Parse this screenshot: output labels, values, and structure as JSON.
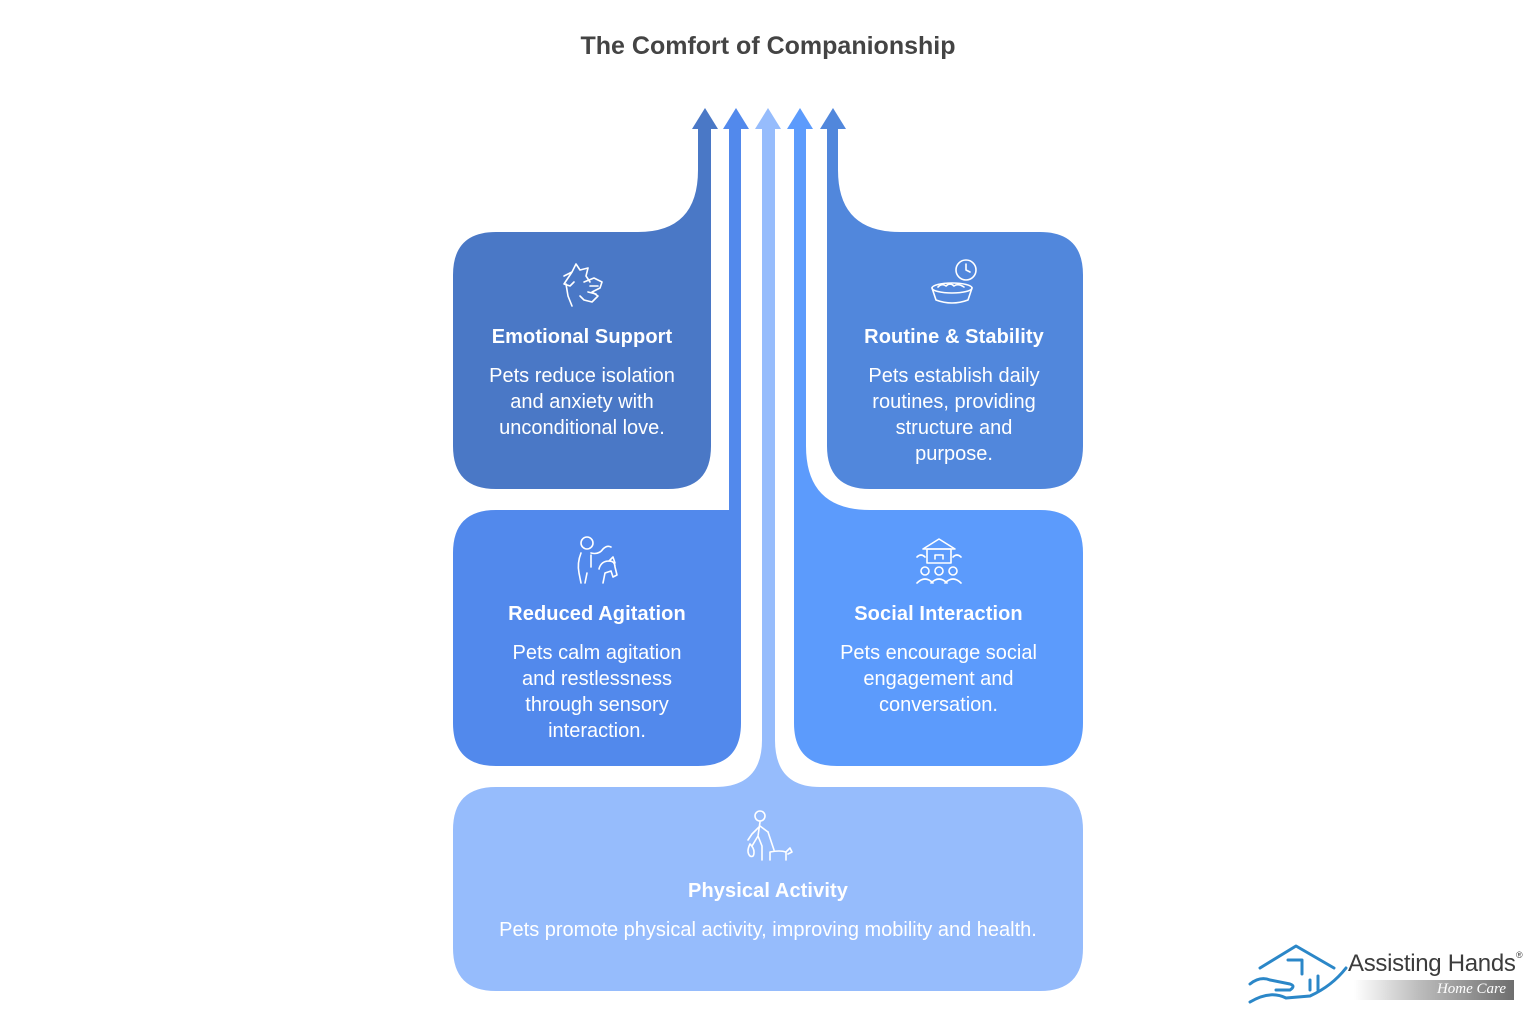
{
  "title": "The Comfort of Companionship",
  "colors": {
    "emotional": "#4a78c6",
    "routine": "#5187dc",
    "agitation": "#5289ec",
    "social": "#5c9bfc",
    "physical": "#96bcfc"
  },
  "cards": [
    {
      "id": "emotional-support",
      "icon": "pet-hand-icon",
      "heading": "Emotional Support",
      "description": "Pets reduce isolation and anxiety with unconditional love."
    },
    {
      "id": "routine-stability",
      "icon": "food-bowl-clock-icon",
      "heading": "Routine & Stability",
      "description": "Pets establish daily routines, providing structure and purpose."
    },
    {
      "id": "reduced-agitation",
      "icon": "person-dog-icon",
      "heading": "Reduced Agitation",
      "description": "Pets calm agitation and restlessness through sensory interaction."
    },
    {
      "id": "social-interaction",
      "icon": "group-house-icon",
      "heading": "Social Interaction",
      "description": "Pets encourage social engagement and conversation."
    },
    {
      "id": "physical-activity",
      "icon": "walking-dog-icon",
      "heading": "Physical Activity",
      "description": "Pets promote physical activity, improving mobility and health."
    }
  ],
  "logo": {
    "brand": "Assisting Hands",
    "registered": "®",
    "tagline": "Home Care"
  }
}
